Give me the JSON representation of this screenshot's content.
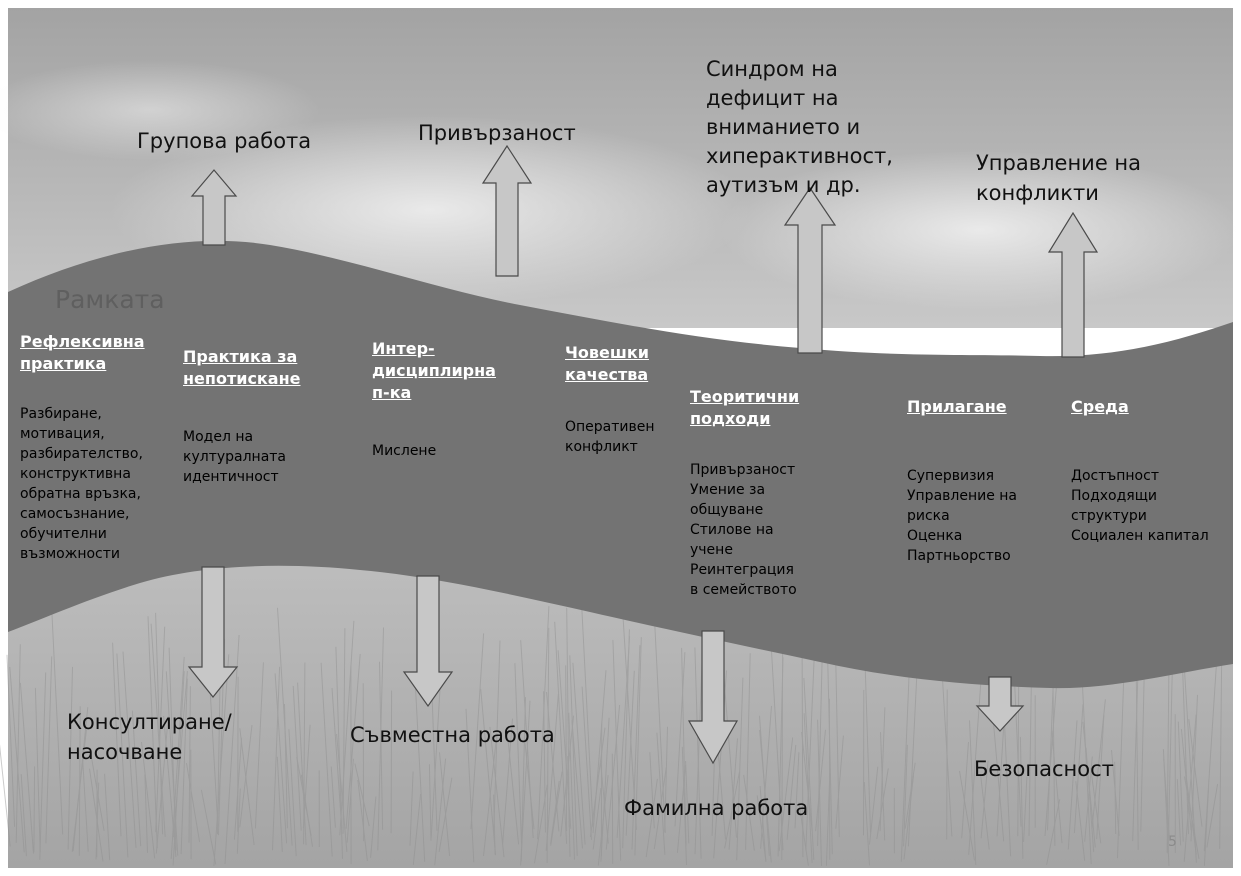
{
  "colors": {
    "sky_top": "#a3a3a3",
    "sky_bottom": "#c8c8c8",
    "band": "#737373",
    "grass": "#b2b2b2",
    "arrow_fill": "#c7c7c7",
    "arrow_stroke": "#4a4a4a",
    "heading": "#ffffff"
  },
  "frame_title": "Рамката",
  "outcomes_top": [
    "Групова работа",
    "Привързаност",
    "Синдром на\nдефицит на\nвниманието и\nхиперактивност,\nаутизъм и др.",
    "Управление на\nконфликти"
  ],
  "outcomes_bottom": [
    "Консултиране/\nнасочване",
    "Съвместна работа",
    "Фамилна работа",
    "Безопасност"
  ],
  "columns": [
    {
      "heading": "Рефлексивна\nпрактика",
      "items": "Разбиране,\nмотивация,\nразбирателство,\nконструктивна\nобратна връзка,\nсамосъзнание,\nобучителни\nвъзможности"
    },
    {
      "heading": "Практика за\nнепотискане",
      "items": "Модел на\nкултуралната\nидентичност"
    },
    {
      "heading": "Интер-\nдисциплирна\nп-ка",
      "items": "Мислене"
    },
    {
      "heading": "Човешки\nкачества",
      "items": "Оперативен\nконфликт"
    },
    {
      "heading": "Теоритични\nподходи",
      "items": "Привързаност\nУмение за\nобщуване\nСтилове на\nучене\nРеинтеграция\nв семейството"
    },
    {
      "heading": "Прилагане",
      "items": "Супервизия\nУправление на\nриска\nОценка\nПартньорство"
    },
    {
      "heading": "Среда",
      "items": "Достъпност\nПодходящи\nструктури\nСоциален капитал"
    }
  ],
  "page_number": "5"
}
